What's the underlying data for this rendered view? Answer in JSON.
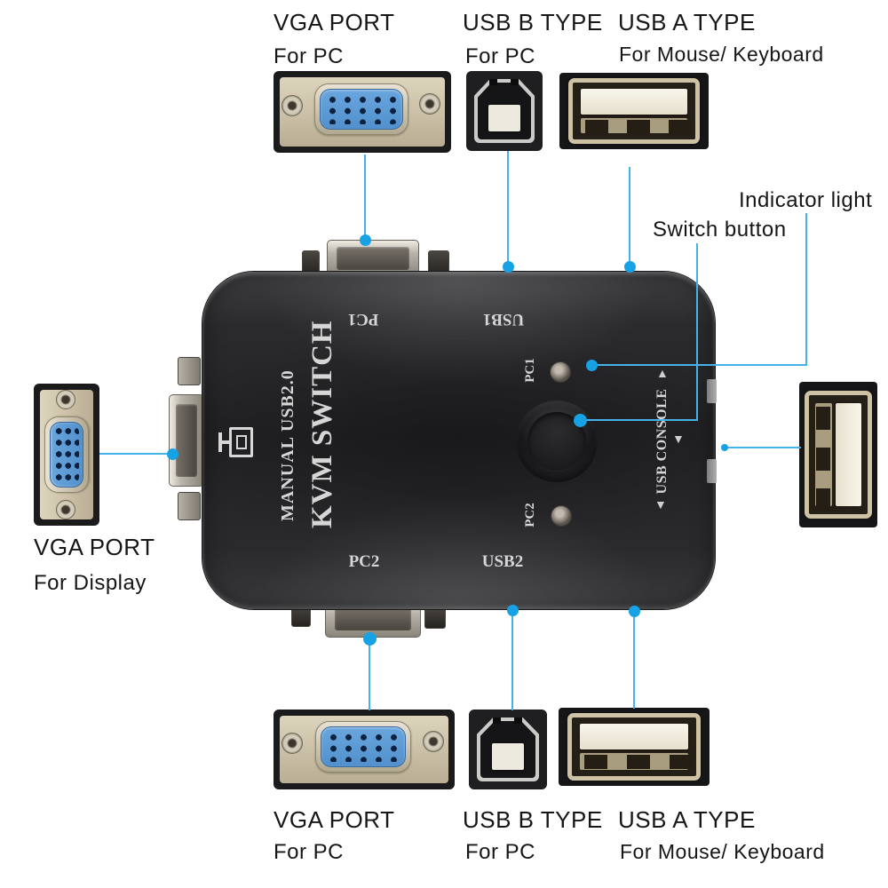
{
  "accent": {
    "line_color": "#45b2ea",
    "dot_color": "#18a2e6"
  },
  "callouts": {
    "top_vga": {
      "title": "VGA PORT",
      "subtitle": "For PC"
    },
    "top_usb_b": {
      "title": "USB B TYPE",
      "subtitle": "For PC"
    },
    "top_usb_a": {
      "title": "USB A TYPE",
      "subtitle": "For Mouse/ Keyboard"
    },
    "indicator_light": "Indicator light",
    "switch_button": "Switch button",
    "left_vga": {
      "title": "VGA PORT",
      "subtitle": "For Display"
    },
    "bottom_vga": {
      "title": "VGA PORT",
      "subtitle": "For PC"
    },
    "bottom_usb_b": {
      "title": "USB B TYPE",
      "subtitle": "For PC"
    },
    "bottom_usb_a": {
      "title": "USB A TYPE",
      "subtitle": "For Mouse/ Keyboard"
    }
  },
  "device": {
    "print": {
      "manual": "MANUAL USB2.0",
      "name": "KVM SWITCH",
      "pc1": "PC1",
      "usb1": "USB1",
      "pc2": "PC2",
      "usb2": "USB2",
      "led1": "PC1",
      "led2": "PC2",
      "console": "USB CONSOLE",
      "arrow_up": "▲",
      "arrow_down": "▼"
    }
  }
}
